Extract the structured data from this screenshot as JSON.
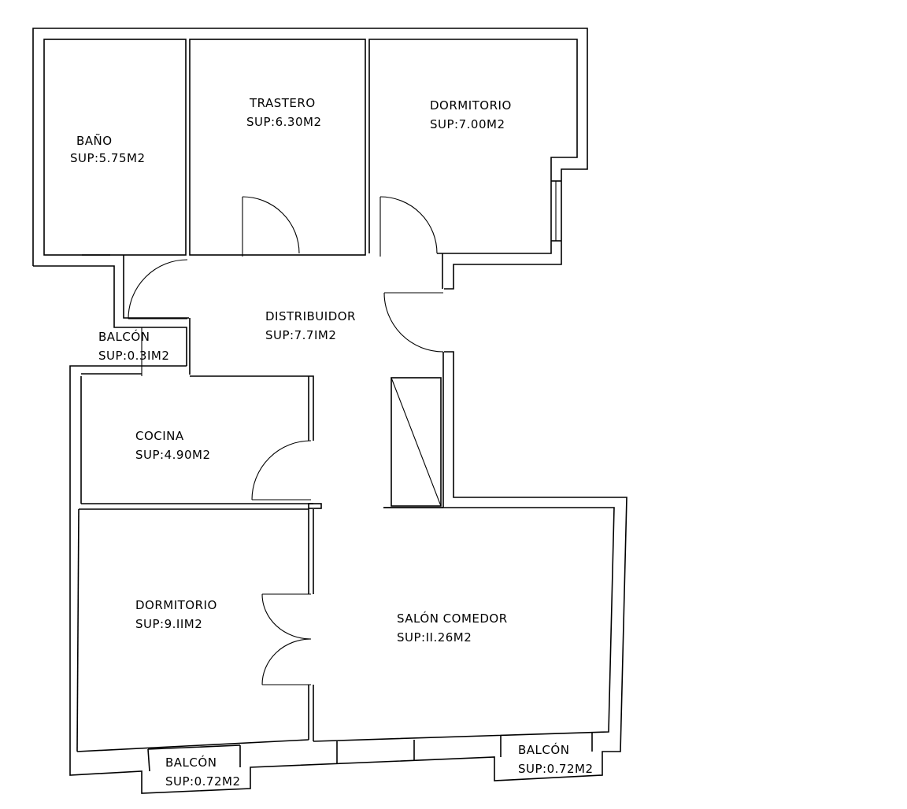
{
  "rooms": [
    {
      "name": "BAÑO",
      "area": "SUP:5.75M2"
    },
    {
      "name": "TRASTERO",
      "area": "SUP:6.30M2"
    },
    {
      "name": "DORMITORIO",
      "area": "SUP:7.00M2"
    },
    {
      "name": "DISTRIBUIDOR",
      "area": "SUP:7.7IM2"
    },
    {
      "name": "BALCÓN",
      "area": "SUP:0.3IM2"
    },
    {
      "name": "COCINA",
      "area": "SUP:4.90M2"
    },
    {
      "name": "DORMITORIO",
      "area": "SUP:9.IIM2"
    },
    {
      "name": "SALÓN COMEDOR",
      "area": "SUP:II.26M2"
    },
    {
      "name": "BALCÓN",
      "area": "SUP:0.72M2"
    },
    {
      "name": "BALCÓN",
      "area": "SUP:0.72M2"
    }
  ]
}
